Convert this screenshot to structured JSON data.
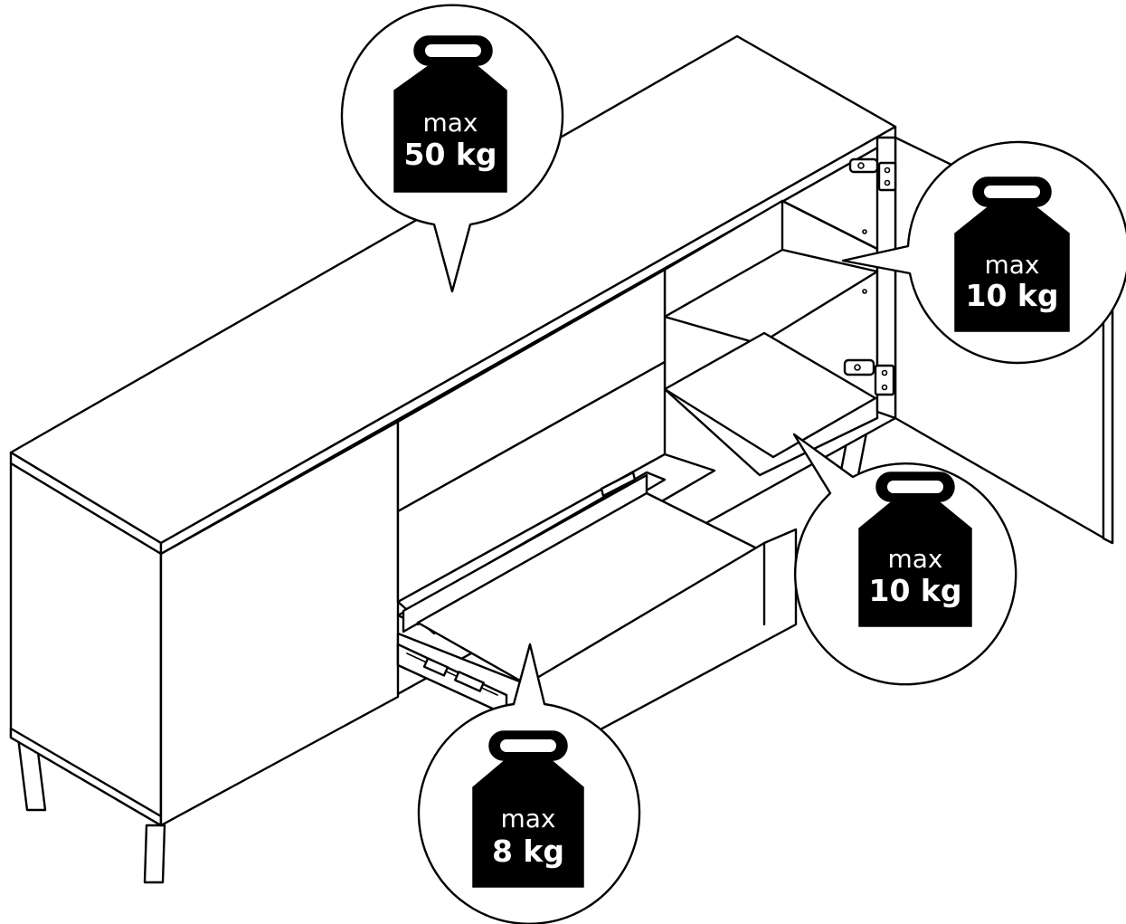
{
  "callouts": {
    "top": {
      "line1": "max",
      "line2": "50 kg"
    },
    "upper_shelf": {
      "line1": "max",
      "line2": "10 kg"
    },
    "lower_shelf": {
      "line1": "max",
      "line2": "10 kg"
    },
    "drawer": {
      "line1": "max",
      "line2": "8 kg"
    }
  },
  "colors": {
    "ink": "#000000",
    "paper": "#ffffff"
  }
}
